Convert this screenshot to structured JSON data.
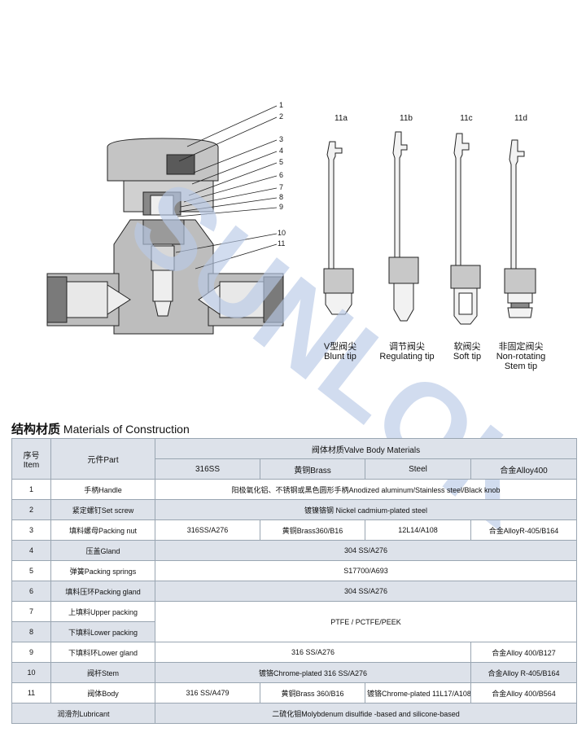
{
  "tip_codes": [
    "11a",
    "11b",
    "11c",
    "11d"
  ],
  "tips": [
    {
      "code": "11a",
      "lines": [
        "V型阀尖",
        "Blunt tip"
      ]
    },
    {
      "code": "11b",
      "lines": [
        "调节阀尖",
        "Regulating tip"
      ]
    },
    {
      "code": "11c",
      "lines": [
        "软阀尖",
        "Soft tip"
      ]
    },
    {
      "code": "11d",
      "lines": [
        "非固定阀尖",
        "Non-rotating",
        "Stem tip"
      ]
    }
  ],
  "callouts": [
    "1",
    "2",
    "3",
    "4",
    "5",
    "6",
    "7",
    "8",
    "9",
    "10",
    "11"
  ],
  "section_title": {
    "zh": "结构材质",
    "en": " Materials of Construction"
  },
  "table": {
    "header_no": [
      "序号",
      "Item"
    ],
    "header_part": "元件Part",
    "header_body": "阀体材质Valve Body Materials",
    "materials": [
      "316SS",
      "黄铜Brass",
      "Steel",
      "合金Alloy400"
    ],
    "rows": [
      {
        "no": "1",
        "part": "手柄Handle",
        "cells": [
          "阳极氧化铝、不锈钢或黑色圆形手柄Anodized aluminum/Stainless steel/Black knob"
        ]
      },
      {
        "no": "2",
        "part": "紧定螺钉Set screw",
        "cells": [
          "镀镍铬钢 Nickel cadmium-plated steel"
        ]
      },
      {
        "no": "3",
        "part": "填料螺母Packing nut",
        "cells": [
          "316SS/A276",
          "黄铜Brass360/B16",
          "12L14/A108",
          "合金AlloyR-405/B164"
        ]
      },
      {
        "no": "4",
        "part": "压盖Gland",
        "cells": [
          "304 SS/A276"
        ]
      },
      {
        "no": "5",
        "part": "弹簧Packing springs",
        "cells": [
          "S17700/A693"
        ]
      },
      {
        "no": "6",
        "part": "填料压环Packing gland",
        "cells": [
          "304 SS/A276"
        ]
      },
      {
        "no": "7",
        "part": "上填料Upper packing",
        "cells": [
          "PTFE / PCTFE/PEEK"
        ]
      },
      {
        "no": "8",
        "part": "下填料Lower packing",
        "cells": []
      },
      {
        "no": "9",
        "part": "下填料环Lower gland",
        "cells": [
          "316 SS/A276",
          "合金Alloy 400/B127"
        ]
      },
      {
        "no": "10",
        "part": "阀杆Stem",
        "cells": [
          "镀铬Chrome-plated 316 SS/A276",
          "合金Alloy R-405/B164"
        ]
      },
      {
        "no": "11",
        "part": "阀体Body",
        "cells": [
          "316 SS/A479",
          "黄铜Brass 360/B16",
          "镀铬Chrome-plated 11L17/A108",
          "合金Alloy 400/B564"
        ]
      },
      {
        "no": "",
        "part": "润滑剂Lubricant",
        "cells": [
          "二硫化钼Molybdenum disulfide -based and silicone-based"
        ]
      }
    ]
  },
  "watermark": "SUNLOK",
  "colors": {
    "watermark": "#b8c9e6",
    "shade": "#dde2ea",
    "body_gray": "#bfbfbf",
    "dark_gray": "#7a7a7a"
  }
}
